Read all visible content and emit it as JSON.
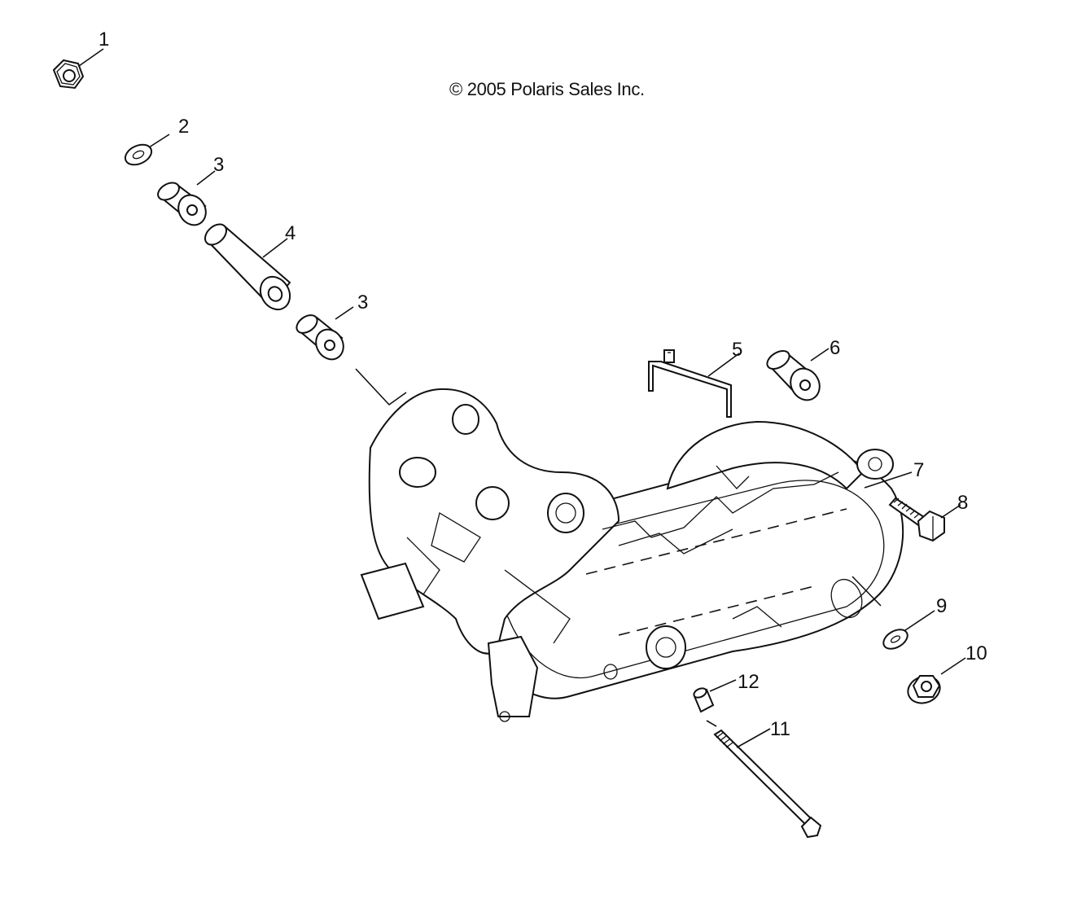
{
  "copyright": "© 2005 Polaris Sales Inc.",
  "callouts": [
    "1",
    "2",
    "3",
    "4",
    "3",
    "5",
    "6",
    "7",
    "8",
    "9",
    "10",
    "12",
    "11"
  ],
  "icons": {
    "part1": "hex-nut-icon",
    "part2": "washer-icon",
    "part3": "bushing-icon",
    "part4": "sleeve-icon",
    "part5": "bracket-icon",
    "part6": "bushing-icon",
    "part7": "engine-assembly-icon",
    "part8": "bolt-icon",
    "part9": "washer-icon",
    "part10": "flange-nut-icon",
    "part11": "long-bolt-icon",
    "part12": "dowel-pin-icon"
  }
}
